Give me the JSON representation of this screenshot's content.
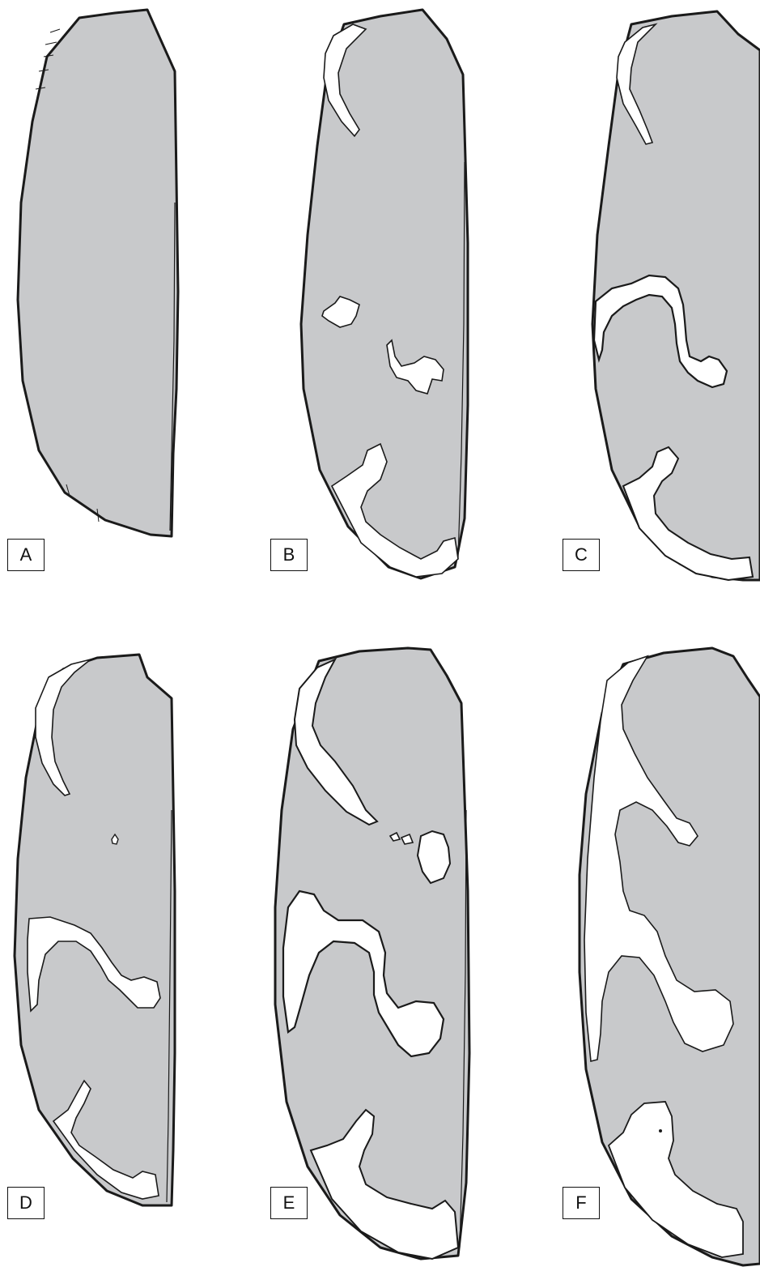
{
  "figure": {
    "fill_color": "#c8c9cb",
    "outline_color": "#1a1a1a",
    "lesion_color": "#ffffff",
    "panels": [
      {
        "label": "A"
      },
      {
        "label": "B"
      },
      {
        "label": "C"
      },
      {
        "label": "D"
      },
      {
        "label": "E"
      },
      {
        "label": "F"
      }
    ]
  }
}
